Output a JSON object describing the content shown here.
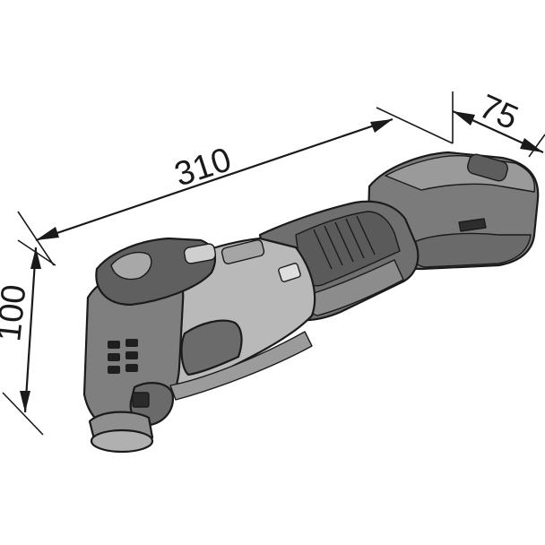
{
  "dimensions": {
    "length": "310",
    "width": "75",
    "height": "100"
  }
}
